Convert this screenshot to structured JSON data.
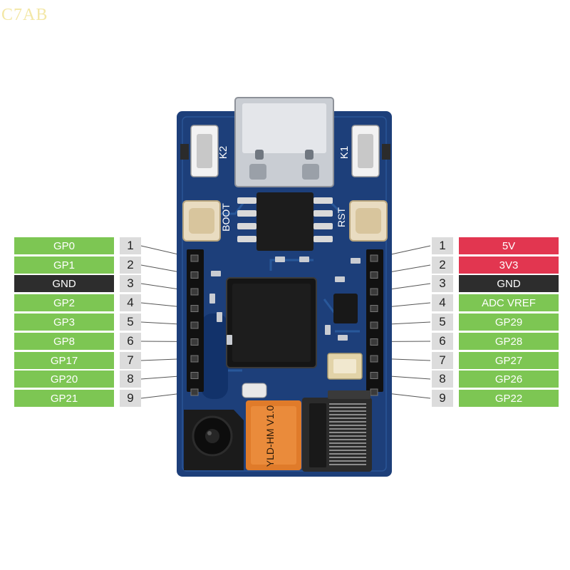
{
  "watermark": "C7AB",
  "colors": {
    "gpio": "#7dc653",
    "ground": "#2d2d2d",
    "power": "#e23650",
    "analog": "#7dc653",
    "pcb": "#1d3f7a",
    "pcb_dark": "#0f2a5a"
  },
  "board": {
    "silkscreen": {
      "k2": "K2",
      "k1": "K1",
      "boot": "BOOT",
      "rst": "RST",
      "flex": "YLD-HM V1.0"
    }
  },
  "left_pins": [
    {
      "num": "1",
      "label": "GP0",
      "kind": "gpio"
    },
    {
      "num": "2",
      "label": "GP1",
      "kind": "gpio"
    },
    {
      "num": "3",
      "label": "GND",
      "kind": "ground"
    },
    {
      "num": "4",
      "label": "GP2",
      "kind": "gpio"
    },
    {
      "num": "5",
      "label": "GP3",
      "kind": "gpio"
    },
    {
      "num": "6",
      "label": "GP8",
      "kind": "gpio"
    },
    {
      "num": "7",
      "label": "GP17",
      "kind": "gpio"
    },
    {
      "num": "8",
      "label": "GP20",
      "kind": "gpio"
    },
    {
      "num": "9",
      "label": "GP21",
      "kind": "gpio"
    }
  ],
  "right_pins": [
    {
      "num": "1",
      "label": "5V",
      "kind": "power"
    },
    {
      "num": "2",
      "label": "3V3",
      "kind": "power"
    },
    {
      "num": "3",
      "label": "GND",
      "kind": "ground"
    },
    {
      "num": "4",
      "label": "ADC VREF",
      "kind": "analog"
    },
    {
      "num": "5",
      "label": "GP29",
      "kind": "gpio"
    },
    {
      "num": "6",
      "label": "GP28",
      "kind": "gpio"
    },
    {
      "num": "7",
      "label": "GP27",
      "kind": "gpio"
    },
    {
      "num": "8",
      "label": "GP26",
      "kind": "gpio"
    },
    {
      "num": "9",
      "label": "GP22",
      "kind": "gpio"
    }
  ]
}
